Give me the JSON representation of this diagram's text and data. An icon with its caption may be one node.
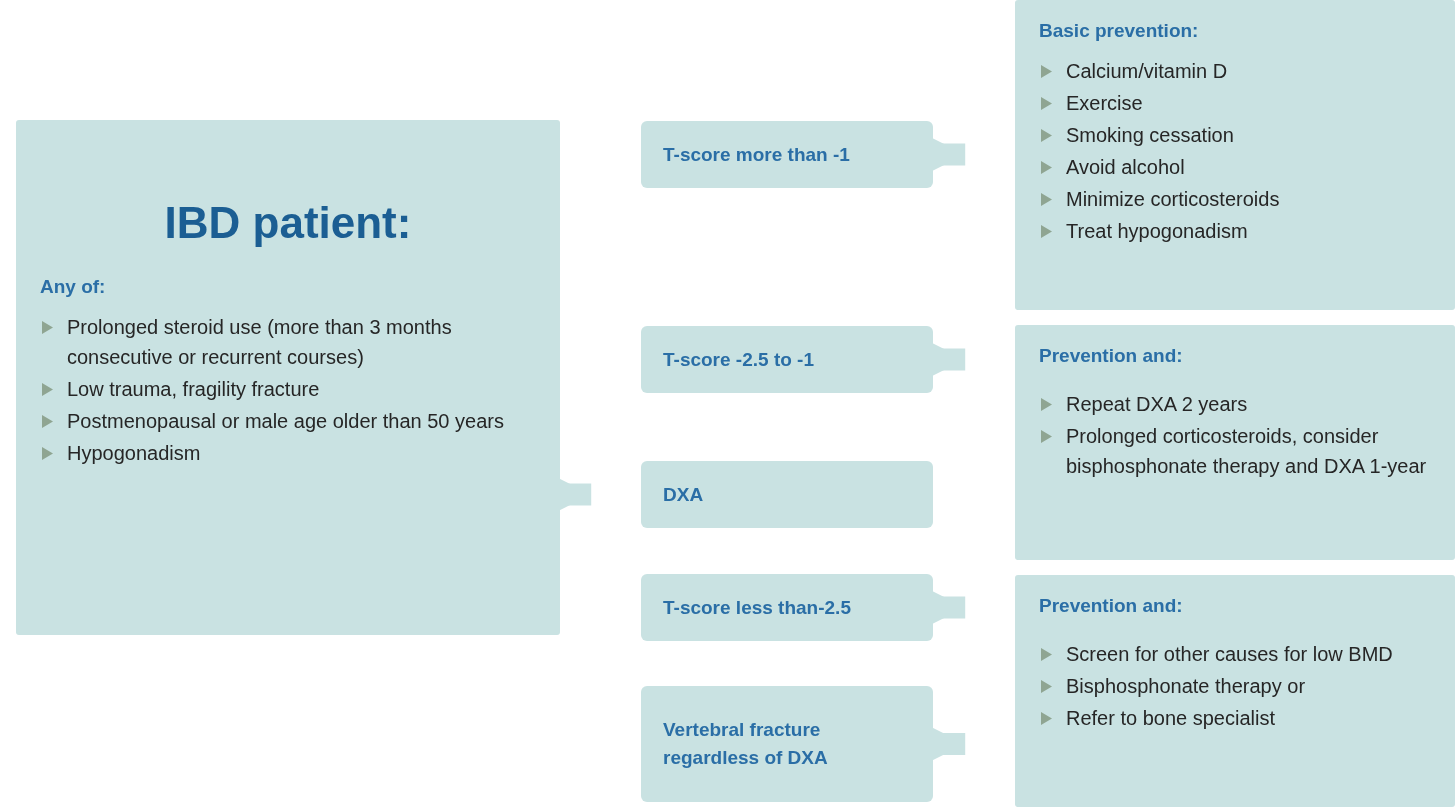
{
  "diagram": {
    "nodes": [
      {
        "text": [
          "IBD patient:",
          "Any of:",
          "Prolonged steroid use (more than 3 months consecutive or recurrent courses)",
          "Low trauma, fragility fracture",
          "Postmenopausal or male age older than 50 years",
          "Hypogonadism"
        ]
      },
      {
        "text": [
          "T-score more than -1"
        ]
      },
      {
        "text": [
          "T-score -2.5 to -1"
        ]
      },
      {
        "text": [
          "DXA"
        ]
      },
      {
        "text": [
          "T-score less than-2.5"
        ]
      },
      {
        "text": [
          "Vertebral fracture regardless of DXA"
        ]
      },
      {
        "text": [
          "Basic prevention:",
          "Calcium/vitamin D",
          "Exercise",
          "Smoking cessation",
          "Avoid alcohol",
          "Minimize corticosteroids",
          "Treat hypogonadism"
        ]
      },
      {
        "text": [
          "Prevention and:",
          "Repeat DXA 2 years",
          "Prolonged corticosteroids, consider bisphosphonate therapy and DXA 1-year"
        ]
      },
      {
        "text": [
          "Prevention and:",
          "Screen for other causes for low BMD",
          "Bisphosphonate therapy or",
          "Refer to bone specialist"
        ]
      }
    ],
    "edges": [
      {
        "from": 0,
        "to": 3,
        "arrow": "to"
      },
      {
        "from": 1,
        "to": 6,
        "arrow": "to"
      },
      {
        "from": 2,
        "to": 7,
        "arrow": "to"
      },
      {
        "from": 4,
        "to": 8,
        "arrow": "to"
      },
      {
        "from": 5,
        "to": 8,
        "arrow": "to"
      }
    ]
  }
}
